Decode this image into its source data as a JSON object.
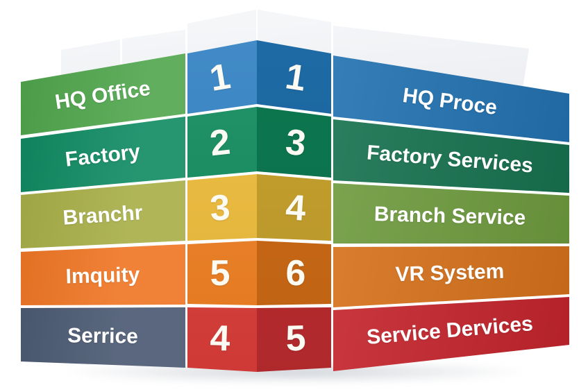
{
  "diagram": {
    "rows": [
      {
        "left_label": "HQ Office",
        "left_number": "1",
        "right_number": "1",
        "right_label": "HQ Proce",
        "colors": {
          "left_label": "#4FA64C",
          "left_number": "#2F80C3",
          "right_number": "#1E6DA9",
          "right_label": "#1F70B0"
        }
      },
      {
        "left_label": "Factory",
        "left_number": "2",
        "right_number": "3",
        "right_label": "Factory Services",
        "colors": {
          "left_label": "#0D8A61",
          "left_number": "#0F8A5C",
          "right_number": "#0C7A52",
          "right_label": "#14714E"
        }
      },
      {
        "left_label": "Branchr",
        "left_number": "3",
        "right_number": "4",
        "right_label": "Branch Service",
        "colors": {
          "left_label": "#A7AE45",
          "left_number": "#EDBA37",
          "right_number": "#CBA52F",
          "right_label": "#6F9C3E"
        }
      },
      {
        "left_label": "Imquity",
        "left_number": "5",
        "right_number": "6",
        "right_label": "VR System",
        "colors": {
          "left_label": "#EF7421",
          "left_number": "#EE7E20",
          "right_number": "#D26D16",
          "right_label": "#D9721B"
        }
      },
      {
        "left_label": "Serrice",
        "left_number": "4",
        "right_number": "5",
        "right_label": "Service Dervices",
        "colors": {
          "left_label": "#47566F",
          "left_number": "#D93B37",
          "right_number": "#C22D30",
          "right_label": "#C8252D"
        }
      }
    ],
    "top_face_color": "#E8EBF0",
    "background_color": "#FFFFFF",
    "label_text_color": "#FFFFFF"
  }
}
